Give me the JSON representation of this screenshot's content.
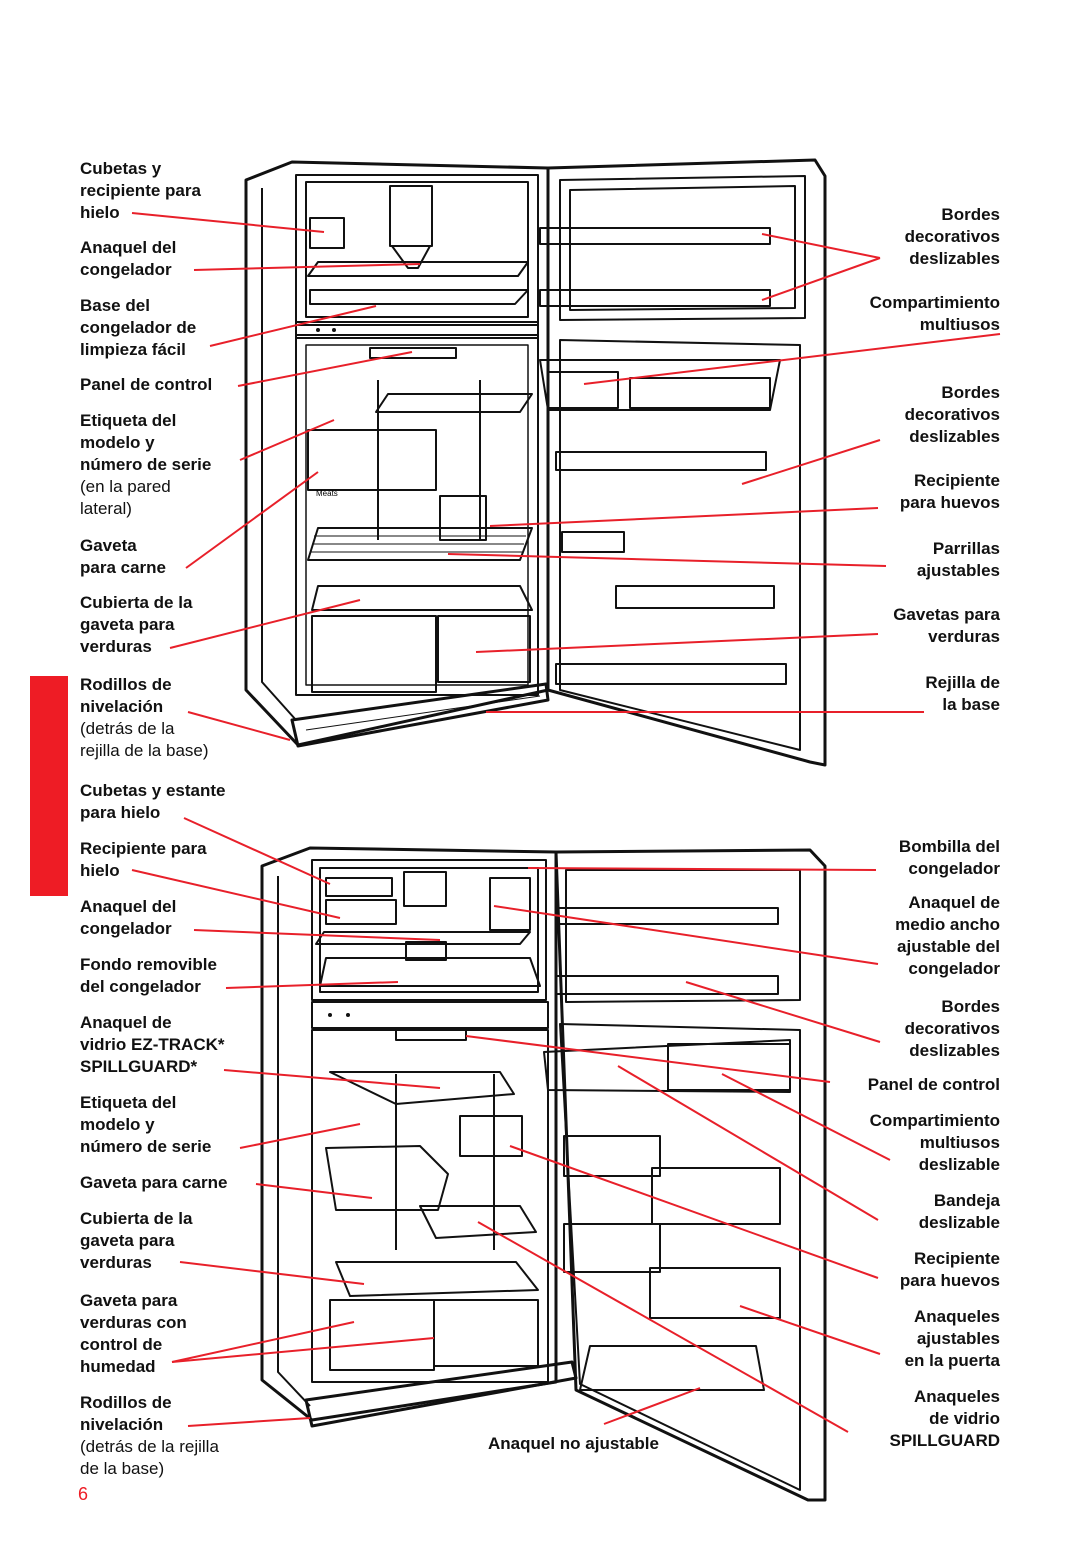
{
  "diagram1": {
    "left_labels": [
      {
        "lines": [
          "Cubetas y",
          "recipiente para",
          "hielo"
        ]
      },
      {
        "lines": [
          "Anaquel del",
          "congelador"
        ]
      },
      {
        "lines": [
          "Base del",
          "congelador de",
          "limpieza fácil"
        ]
      },
      {
        "lines": [
          "Panel de control"
        ]
      },
      {
        "lines": [
          "Etiqueta del",
          "modelo y",
          "número de serie"
        ],
        "note": [
          "(en la pared",
          "lateral)"
        ]
      },
      {
        "lines": [
          "Gaveta",
          "para carne"
        ]
      },
      {
        "lines": [
          "Cubierta de la",
          "gaveta para",
          "verduras"
        ]
      },
      {
        "lines": [
          "Rodillos de",
          "nivelación"
        ],
        "note": [
          "(detrás de la",
          "rejilla de la base)"
        ]
      }
    ],
    "right_labels": [
      {
        "lines": [
          "Bordes",
          "decorativos",
          "deslizables"
        ]
      },
      {
        "lines": [
          "Compartimiento",
          "multiusos"
        ]
      },
      {
        "lines": [
          "Bordes",
          "decorativos",
          "deslizables"
        ]
      },
      {
        "lines": [
          "Recipiente",
          "para huevos"
        ]
      },
      {
        "lines": [
          "Parrillas",
          "ajustables"
        ]
      },
      {
        "lines": [
          "Gavetas para",
          "verduras"
        ]
      },
      {
        "lines": [
          "Rejilla de",
          "la base"
        ]
      }
    ]
  },
  "diagram2": {
    "left_labels": [
      {
        "lines": [
          "Cubetas y estante",
          "para hielo"
        ]
      },
      {
        "lines": [
          "Recipiente para",
          "hielo"
        ]
      },
      {
        "lines": [
          "Anaquel del",
          "congelador"
        ]
      },
      {
        "lines": [
          "Fondo removible",
          "del congelador"
        ]
      },
      {
        "lines": [
          "Anaquel de",
          "vidrio EZ-TRACK*",
          "SPILLGUARD*"
        ]
      },
      {
        "lines": [
          "Etiqueta del",
          "modelo y",
          "número de serie"
        ]
      },
      {
        "lines": [
          "Gaveta para carne"
        ]
      },
      {
        "lines": [
          "Cubierta de la",
          "gaveta para",
          "verduras"
        ]
      },
      {
        "lines": [
          "Gaveta para",
          "verduras con",
          "control de",
          "humedad"
        ]
      },
      {
        "lines": [
          "Rodillos de",
          "nivelación"
        ],
        "note": [
          "(detrás de la rejilla",
          "de la base)"
        ]
      }
    ],
    "right_labels": [
      {
        "lines": [
          "Bombilla del",
          "congelador"
        ]
      },
      {
        "lines": [
          "Anaquel de",
          "medio ancho",
          "ajustable del",
          "congelador"
        ]
      },
      {
        "lines": [
          "Bordes",
          "decorativos",
          "deslizables"
        ]
      },
      {
        "lines": [
          "Panel de control"
        ]
      },
      {
        "lines": [
          "Compartimiento",
          "multiusos",
          "deslizable"
        ]
      },
      {
        "lines": [
          "Bandeja",
          "deslizable"
        ]
      },
      {
        "lines": [
          "Recipiente",
          "para huevos"
        ]
      },
      {
        "lines": [
          "Anaqueles",
          "ajustables",
          "en la puerta"
        ]
      },
      {
        "lines": [
          "Anaqueles",
          "de vidrio",
          "SPILLGUARD"
        ]
      }
    ],
    "bottom_label": "Anaquel no ajustable"
  },
  "page_number": "6",
  "colors": {
    "callout": "#e8202a",
    "tab": "#ee1c25",
    "ink": "#111111"
  }
}
